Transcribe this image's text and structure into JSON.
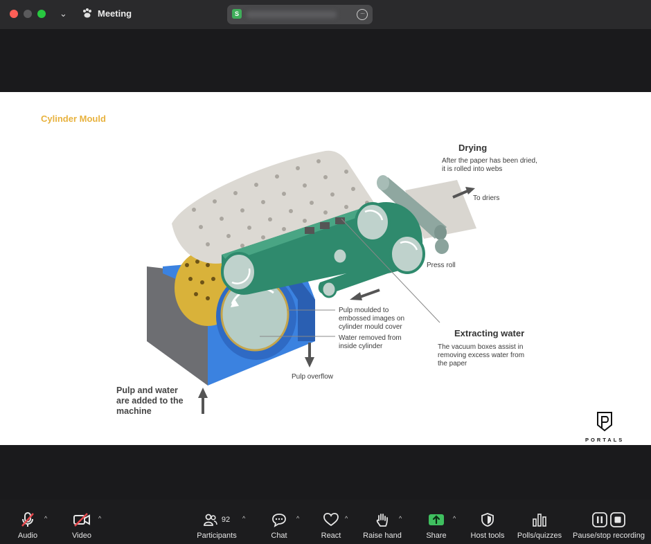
{
  "window": {
    "title": "Meeting",
    "topic_initial": "S"
  },
  "slide": {
    "title": "Cylinder Mould",
    "drying": {
      "heading": "Drying",
      "text": [
        "After the paper has been dried,",
        "it is rolled into webs"
      ]
    },
    "to_driers": "To driers",
    "press_roll": "Press roll",
    "pulp_moulded": [
      "Pulp moulded to",
      "embossed images on",
      "cylinder mould cover"
    ],
    "water_removed": [
      "Water removed from",
      "inside cylinder"
    ],
    "extracting": {
      "heading": "Extracting water",
      "text": [
        "The vacuum boxes assist in",
        "removing excess water from",
        "the paper"
      ]
    },
    "pulp_overflow": "Pulp overflow",
    "pulp_water": [
      "Pulp and water",
      "are added to the",
      "machine"
    ],
    "logo_text": "PORTALS",
    "colors": {
      "title": "#e8b23e",
      "belt": "#2f8a6d",
      "vat": "#3b82e0",
      "mould_gold": "#d9b23a"
    }
  },
  "toolbar": {
    "audio": "Audio",
    "video": "Video",
    "participants": "Participants",
    "participants_count": "92",
    "chat": "Chat",
    "react": "React",
    "raise_hand": "Raise hand",
    "share": "Share",
    "host_tools": "Host tools",
    "polls": "Polls/quizzes",
    "recording": "Pause/stop recording",
    "colors": {
      "share_green": "#3fbf5f",
      "muted_red": "#e5484d"
    }
  }
}
